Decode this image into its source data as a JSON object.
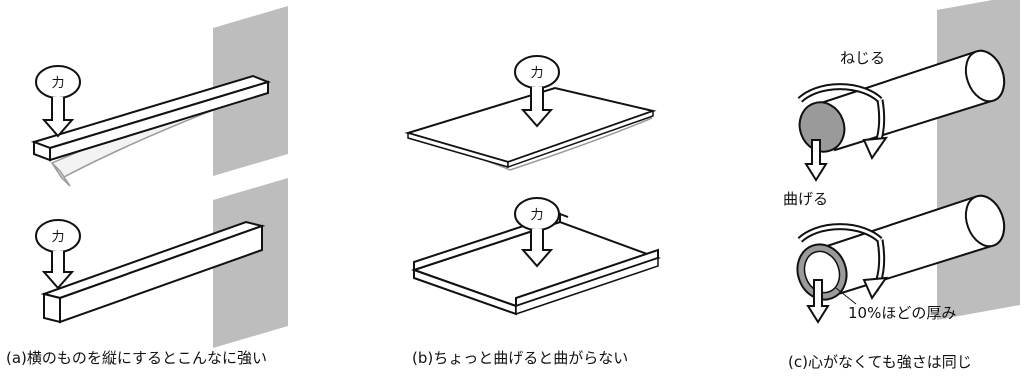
{
  "panel_a": {
    "force_label_top": "力",
    "force_label_bottom": "力",
    "caption": "(a)横のものを縦にするとこんなに強い"
  },
  "panel_b": {
    "force_label_top": "力",
    "force_label_bottom": "力",
    "caption": "(b)ちょっと曲げると曲がらない"
  },
  "panel_c": {
    "twist_label": "ねじる",
    "bend_label": "曲げる",
    "thickness_label": "10%ほどの厚み",
    "caption": "(c)心がなくても強さは同じ"
  },
  "colors": {
    "wall": "#bdbdbd",
    "outline": "#111111",
    "cylinder_end": "#9a9a9a",
    "ghost": "#9a9a9a"
  }
}
